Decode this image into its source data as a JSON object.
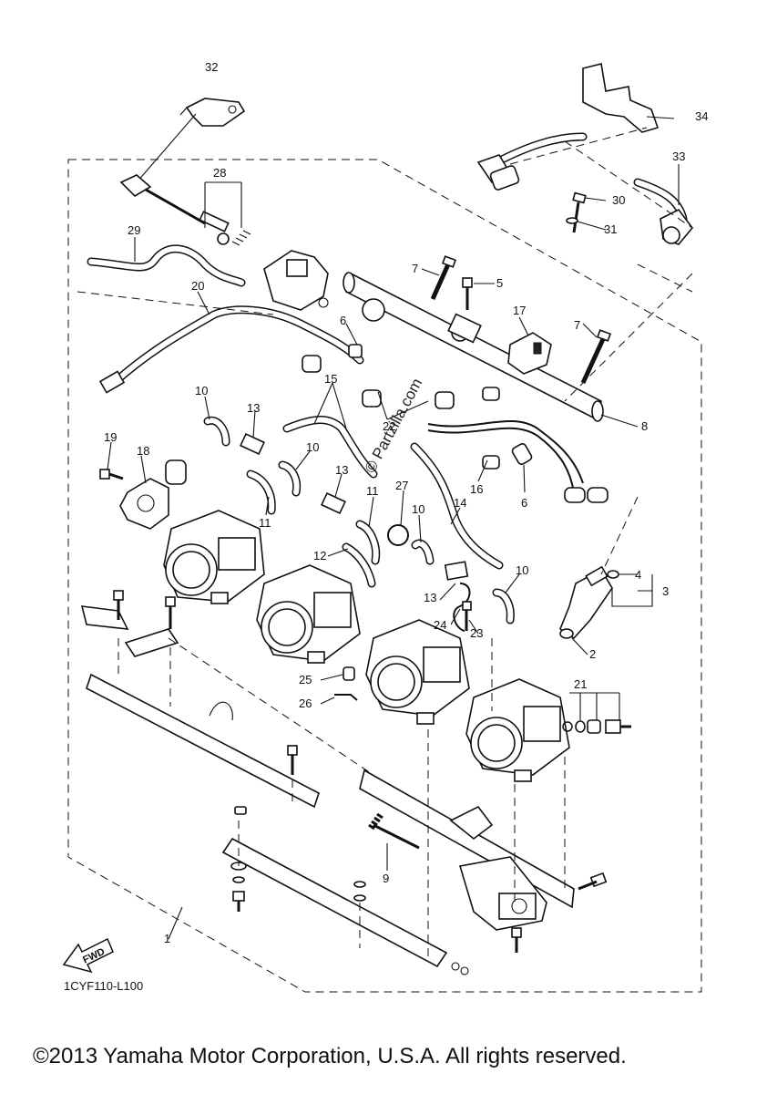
{
  "diagram": {
    "code": "1CYF110-L100",
    "watermark": "© Partzilla.com",
    "fwd_label": "FWD",
    "copyright": "©2013 Yamaha Motor Corporation, U.S.A. All rights reserved.",
    "labels": [
      {
        "id": "32",
        "text": "32"
      },
      {
        "id": "34",
        "text": "34"
      },
      {
        "id": "33",
        "text": "33"
      },
      {
        "id": "28",
        "text": "28"
      },
      {
        "id": "30",
        "text": "30"
      },
      {
        "id": "31",
        "text": "31"
      },
      {
        "id": "29",
        "text": "29"
      },
      {
        "id": "7a",
        "text": "7"
      },
      {
        "id": "5",
        "text": "5"
      },
      {
        "id": "20",
        "text": "20"
      },
      {
        "id": "17",
        "text": "17"
      },
      {
        "id": "6a",
        "text": "6"
      },
      {
        "id": "7b",
        "text": "7"
      },
      {
        "id": "15",
        "text": "15"
      },
      {
        "id": "10a",
        "text": "10"
      },
      {
        "id": "13a",
        "text": "13"
      },
      {
        "id": "22",
        "text": "22"
      },
      {
        "id": "8",
        "text": "8"
      },
      {
        "id": "19",
        "text": "19"
      },
      {
        "id": "18",
        "text": "18"
      },
      {
        "id": "10b",
        "text": "10"
      },
      {
        "id": "13b",
        "text": "13"
      },
      {
        "id": "16",
        "text": "16"
      },
      {
        "id": "27",
        "text": "27"
      },
      {
        "id": "11a",
        "text": "11"
      },
      {
        "id": "10c",
        "text": "10"
      },
      {
        "id": "14",
        "text": "14"
      },
      {
        "id": "6b",
        "text": "6"
      },
      {
        "id": "11b",
        "text": "11"
      },
      {
        "id": "12",
        "text": "12"
      },
      {
        "id": "10d",
        "text": "10"
      },
      {
        "id": "4",
        "text": "4"
      },
      {
        "id": "3",
        "text": "3"
      },
      {
        "id": "13c",
        "text": "13"
      },
      {
        "id": "24",
        "text": "24"
      },
      {
        "id": "23",
        "text": "23"
      },
      {
        "id": "2",
        "text": "2"
      },
      {
        "id": "25",
        "text": "25"
      },
      {
        "id": "21",
        "text": "21"
      },
      {
        "id": "26",
        "text": "26"
      },
      {
        "id": "9",
        "text": "9"
      },
      {
        "id": "1",
        "text": "1"
      }
    ]
  }
}
